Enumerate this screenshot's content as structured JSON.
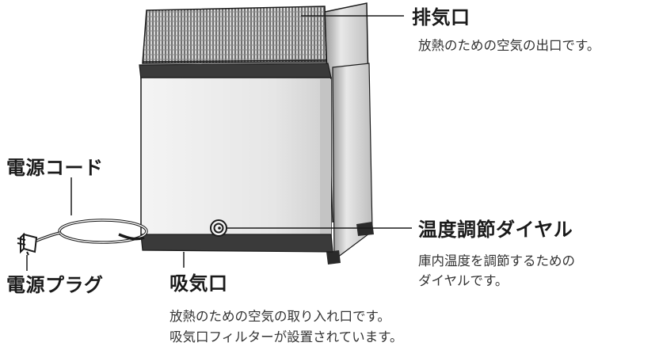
{
  "labels": {
    "exhaust": {
      "title": "排気口",
      "desc": "放熱のための空気の出口です。"
    },
    "power_cord": {
      "title": "電源コード"
    },
    "temperature_dial": {
      "title": "温度調節ダイヤル",
      "desc_line1": "庫内温度を調節するための",
      "desc_line2": "ダイヤルです。"
    },
    "power_plug": {
      "title": "電源プラグ"
    },
    "intake": {
      "title": "吸気口",
      "desc_line1": "放熱のための空気の取り入れ口です。",
      "desc_line2": "吸気口フィルターが設置されています。"
    }
  },
  "colors": {
    "line": "#1a1a1a",
    "body_light": "#eeeeee",
    "body_mid": "#c9c9c9",
    "body_dark": "#3a3a3a"
  }
}
